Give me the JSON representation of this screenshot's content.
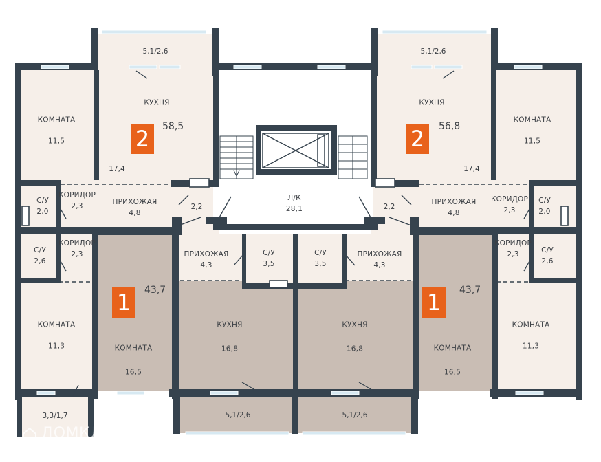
{
  "colors": {
    "wall": "#36434e",
    "light_room": "#f6efe9",
    "dark_room": "#c9bdb4",
    "badge": "#e8621b",
    "window": "#d7e9f2"
  },
  "lk": {
    "name": "Л/К",
    "area": "28,1"
  },
  "vestibule_left": {
    "area": "2,2"
  },
  "vestibule_right": {
    "area": "2,2"
  },
  "apt_top_left": {
    "rooms": "2",
    "area": "58,5",
    "balcony": {
      "area": "5,1/2,6"
    },
    "kitchen": {
      "name": "КУХНЯ",
      "area": "17,4"
    },
    "room": {
      "name": "КОМНАТА",
      "area": "11,5"
    },
    "hall": {
      "name": "ПРИХОЖАЯ",
      "area": "4,8"
    },
    "corridor": {
      "name": "КОРИДОР",
      "area": "2,3"
    },
    "bath": {
      "name": "С/У",
      "area": "2,0"
    }
  },
  "apt_top_right": {
    "rooms": "2",
    "area": "56,8",
    "balcony": {
      "area": "5,1/2,6"
    },
    "kitchen": {
      "name": "КУХНЯ",
      "area": "17,4"
    },
    "room": {
      "name": "КОМНАТА",
      "area": "11,5"
    },
    "hall": {
      "name": "ПРИХОЖАЯ",
      "area": "4,8"
    },
    "corridor": {
      "name": "КОРИДОР",
      "area": "2,3"
    },
    "bath": {
      "name": "С/У",
      "area": "2,0"
    }
  },
  "apt_bottom_left_light": {
    "corridor": {
      "name": "КОРИДОР",
      "area": "2,3"
    },
    "bath": {
      "name": "С/У",
      "area": "2,6"
    },
    "room": {
      "name": "КОМНАТА",
      "area": "11,3"
    },
    "balcony": {
      "area": "3,3/1,7"
    }
  },
  "apt_bottom_right_light": {
    "corridor": {
      "name": "КОРИДОР",
      "area": "2,3"
    },
    "bath": {
      "name": "С/У",
      "area": "2,6"
    },
    "room": {
      "name": "КОМНАТА",
      "area": "11,3"
    }
  },
  "apt_one_left": {
    "rooms": "1",
    "area": "43,7",
    "room": {
      "name": "КОМНАТА",
      "area": "16,5"
    },
    "hall": {
      "name": "ПРИХОЖАЯ",
      "area": "4,3"
    },
    "bath": {
      "name": "С/У",
      "area": "3,5"
    },
    "kitchen": {
      "name": "КУХНЯ",
      "area": "16,8"
    },
    "balcony": {
      "area": "5,1/2,6"
    }
  },
  "apt_one_right": {
    "rooms": "1",
    "area": "43,7",
    "room": {
      "name": "КОМНАТА",
      "area": "16,5"
    },
    "hall": {
      "name": "ПРИХОЖАЯ",
      "area": "4,3"
    },
    "bath": {
      "name": "С/У",
      "area": "3,5"
    },
    "kitchen": {
      "name": "КУХНЯ",
      "area": "16,8"
    },
    "balcony": {
      "area": "5,1/2,6"
    }
  },
  "watermark": {
    "text": "ДОМКЛИК"
  }
}
